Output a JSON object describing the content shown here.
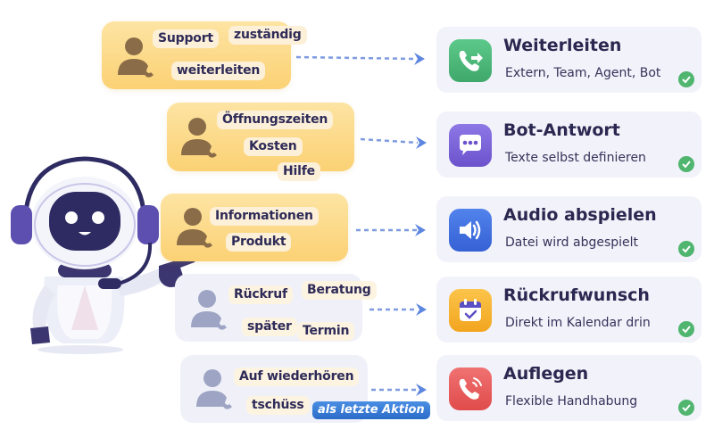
{
  "triggers": [
    {
      "keywords": [
        "Support",
        "zuständig",
        "weiterleiten"
      ],
      "style": "yellow"
    },
    {
      "keywords": [
        "Öffnungszeiten",
        "Kosten",
        "Hilfe"
      ],
      "style": "yellow"
    },
    {
      "keywords": [
        "Informationen",
        "Produkt"
      ],
      "style": "yellow"
    },
    {
      "keywords": [
        "Rückruf",
        "Beratung",
        "später",
        "Termin"
      ],
      "style": "grey"
    },
    {
      "keywords": [
        "Auf wiederhören",
        "tschüss"
      ],
      "style": "grey",
      "badge": "als letzte Aktion"
    }
  ],
  "actions": [
    {
      "title": "Weiterleiten",
      "subtitle": "Extern, Team, Agent, Bot",
      "icon": "phone-forward-icon",
      "color": "#4cb87a",
      "checked": true
    },
    {
      "title": "Bot-Antwort",
      "subtitle": "Texte selbst definieren",
      "icon": "chat-bubble-icon",
      "color": "#7b63d6",
      "checked": true
    },
    {
      "title": "Audio abspielen",
      "subtitle": "Datei wird abgespielt",
      "icon": "speaker-icon",
      "color": "#3f6fe0",
      "checked": true
    },
    {
      "title": "Rückrufwunsch",
      "subtitle": "Direkt im Kalendar drin",
      "icon": "calendar-check-icon",
      "color": "#f7b432",
      "checked": true
    },
    {
      "title": "Auflegen",
      "subtitle": "Flexible Handhabung",
      "icon": "phone-hangup-icon",
      "color": "#ea5c5c",
      "checked": true
    }
  ],
  "colors": {
    "trigger_yellow": "#fbd174",
    "trigger_grey": "#f0f1f8",
    "arrow": "#6a8fe0",
    "check": "#4fb56f",
    "text_dark": "#2a2850"
  }
}
